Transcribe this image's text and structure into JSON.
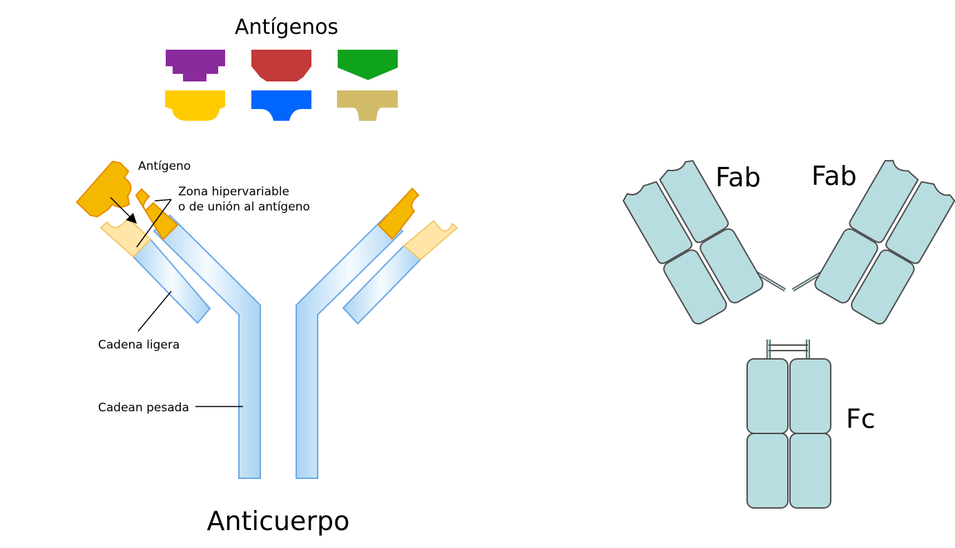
{
  "antigens_panel": {
    "title": "Antígenos",
    "shapes": [
      {
        "color": "#8a2a9c",
        "icon": "stepped-antigen-icon"
      },
      {
        "color": "#c33a3a",
        "icon": "chamfered-antigen-icon"
      },
      {
        "color": "#0fa21c",
        "icon": "pointed-antigen-icon"
      },
      {
        "color": "#ffcc00",
        "icon": "rounded-antigen-icon"
      },
      {
        "color": "#0066ff",
        "icon": "notched-antigen-icon"
      },
      {
        "color": "#d2bb68",
        "icon": "curved-notch-antigen-icon"
      }
    ]
  },
  "antibody": {
    "title": "Anticuerpo",
    "labels": {
      "antigen": "Antígeno",
      "hypervariable_line1": "Zona hipervariable",
      "hypervariable_line2": "o de unión al antígeno",
      "light_chain": "Cadena ligera",
      "heavy_chain": "Cadean pesada"
    },
    "colors": {
      "heavy_chain": "#d4ecf7",
      "chain_outline": "#6aa8e8",
      "antigen": "#f5b800",
      "variable_light": "#ffe6a8",
      "outline_orange": "#e68a00"
    }
  },
  "structure": {
    "labels": {
      "fab_left": "Fab",
      "fab_right": "Fab",
      "fc": "Fc"
    },
    "colors": {
      "domain_fill": "#b8dde1",
      "domain_outline": "#4d4d4d"
    }
  }
}
